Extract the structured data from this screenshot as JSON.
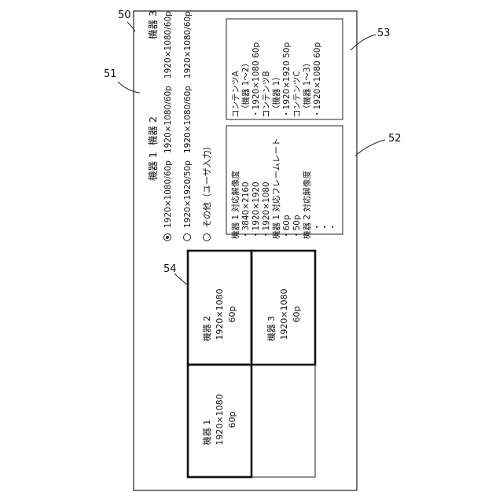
{
  "figure": {
    "labels": {
      "screen": "50",
      "setting_table": "51",
      "capability_box": "52",
      "content_box": "53",
      "layout_area": "54"
    }
  },
  "setting_table": {
    "headers": [
      "機器 1",
      "機器 2",
      "機器 3"
    ],
    "options": [
      {
        "device1": "1920×1080/60p",
        "device2": "1920×1080/60p",
        "device3": "1920×1080/60p",
        "selected": true
      },
      {
        "device1": "1920×1920/50p",
        "device2": "1920×1080/60p",
        "device3": "1920×1080/60p",
        "selected": false
      },
      {
        "device1": "その他（ユーザ入力）",
        "selected": false
      }
    ]
  },
  "capability_box": {
    "lines": [
      "機器 1 対応解像度",
      "・3840×2160",
      "・1920×1920",
      "・1920×1080",
      "機器 1 対応フレームレート",
      "・60p",
      "・50p",
      "機器 2 対応解像度",
      "・",
      "・",
      "・"
    ]
  },
  "content_box": {
    "lines": [
      "コンテンツA",
      "（機器 1〜2）",
      "・1920×1080  60p",
      "コンテンツB",
      "（機器 1）",
      "・1920×1920  50p",
      "コンテンツC",
      "（機器 1〜3）",
      "・1920×1080  60p"
    ]
  },
  "layout_area": {
    "cells": [
      {
        "device": "機器 2",
        "resolution": "1920×1080",
        "rate": "60p"
      },
      {
        "device": "機器 3",
        "resolution": "1920×1080",
        "rate": "60p"
      },
      {
        "device": "機器 1",
        "resolution": "1920×1080",
        "rate": "60p"
      }
    ]
  }
}
